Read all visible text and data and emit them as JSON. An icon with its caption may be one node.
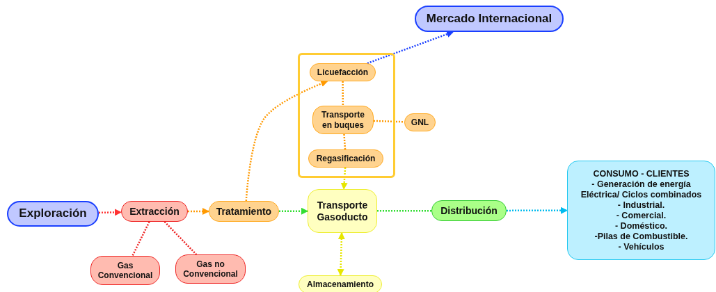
{
  "diagram": {
    "nodes": [
      {
        "text": [
          "Exploración"
        ]
      },
      {
        "text": [
          "Extracción"
        ]
      },
      {
        "text": [
          "Gas Convencional"
        ]
      },
      {
        "text": [
          "Gas no Convencional"
        ]
      },
      {
        "text": [
          "Tratamiento"
        ]
      },
      {
        "text": [],
        "shape": "box"
      },
      {
        "text": [
          "Licuefacción"
        ],
        "in": 5
      },
      {
        "text": [
          "Transporte en buques"
        ],
        "in": 5
      },
      {
        "text": [
          "Regasificación"
        ],
        "in": 5
      },
      {
        "text": [
          "GNL"
        ]
      },
      {
        "text": [
          "Transporte Gasoducto"
        ]
      },
      {
        "text": [
          "Almacenamiento"
        ]
      },
      {
        "text": [
          "Distribución"
        ]
      },
      {
        "text": [
          "CONSUMO - CLIENTES",
          "- Generación de energía Eléctrica/ Ciclos combinados",
          "- Industrial.",
          "- Comercial.",
          "- Doméstico.",
          "-Pilas de Combustible.",
          "- Vehículos"
        ]
      },
      {
        "text": [
          "Mercado Internacional"
        ]
      }
    ],
    "edges": [
      {
        "from": 0,
        "to": 1,
        "arrow": "to",
        "color": "#ff3333"
      },
      {
        "from": 1,
        "to": 2,
        "arrow": "none",
        "color": "#ee2222"
      },
      {
        "from": 1,
        "to": 3,
        "arrow": "none",
        "color": "#ee2222"
      },
      {
        "from": 1,
        "to": 4,
        "arrow": "to",
        "color": "#ff9900"
      },
      {
        "from": 4,
        "to": 6,
        "arrow": "to",
        "color": "#ff9900"
      },
      {
        "from": 6,
        "to": 7,
        "arrow": "none",
        "color": "#ff9900"
      },
      {
        "from": 7,
        "to": 8,
        "arrow": "none",
        "color": "#ff9900"
      },
      {
        "from": 7,
        "to": 9,
        "arrow": "none",
        "color": "#ff9900"
      },
      {
        "from": 6,
        "to": 14,
        "arrow": "to",
        "color": "#1a3fff"
      },
      {
        "from": 8,
        "to": 10,
        "arrow": "to",
        "color": "#e6e600"
      },
      {
        "from": 4,
        "to": 10,
        "arrow": "to",
        "color": "#33dd33"
      },
      {
        "from": 10,
        "to": 11,
        "arrow": "both",
        "color": "#e6e600"
      },
      {
        "from": 10,
        "to": 12,
        "arrow": "none",
        "color": "#33dd33"
      },
      {
        "from": 12,
        "to": 13,
        "arrow": "to",
        "color": "#00bbee"
      }
    ]
  }
}
